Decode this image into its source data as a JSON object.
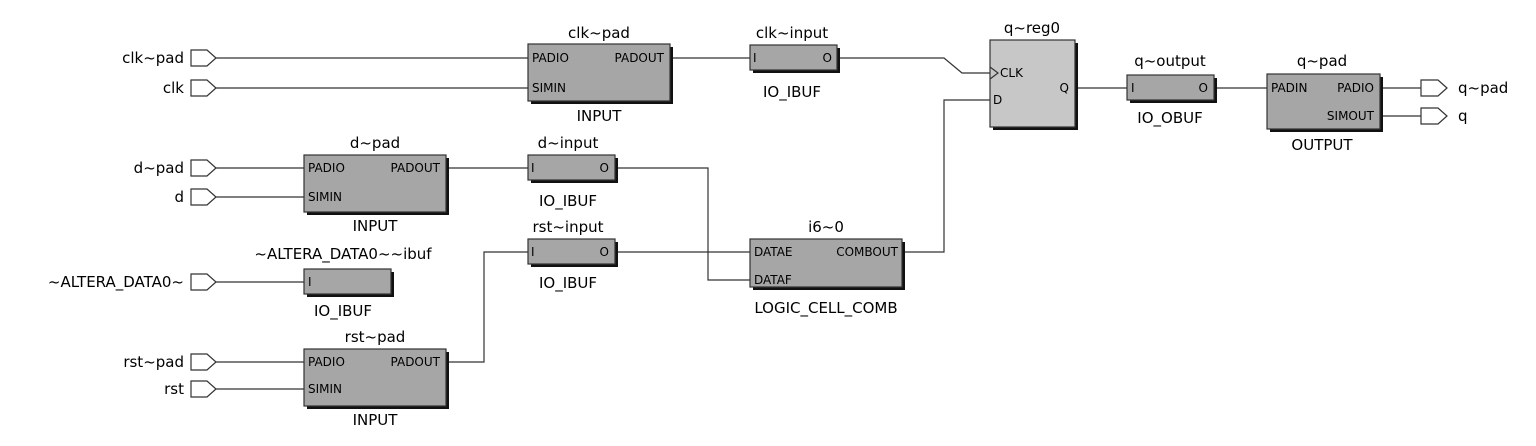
{
  "inputs": {
    "clk_pad": "clk~pad",
    "clk": "clk",
    "d_pad": "d~pad",
    "d": "d",
    "altera_data0": "~ALTERA_DATA0~",
    "rst_pad": "rst~pad",
    "rst": "rst"
  },
  "outputs": {
    "q_pad": "q~pad",
    "q": "q"
  },
  "blocks": {
    "clk_pad": {
      "name": "clk~pad",
      "type": "INPUT",
      "p1": "PADIO",
      "p2": "SIMIN",
      "out": "PADOUT"
    },
    "clk_input": {
      "name": "clk~input",
      "type": "IO_IBUF",
      "in": "I",
      "out": "O"
    },
    "d_pad": {
      "name": "d~pad",
      "type": "INPUT",
      "p1": "PADIO",
      "p2": "SIMIN",
      "out": "PADOUT"
    },
    "d_input": {
      "name": "d~input",
      "type": "IO_IBUF",
      "in": "I",
      "out": "O"
    },
    "altera_ibuf": {
      "name": "~ALTERA_DATA0~~ibuf",
      "type": "IO_IBUF",
      "in": "I"
    },
    "rst_input": {
      "name": "rst~input",
      "type": "IO_IBUF",
      "in": "I",
      "out": "O"
    },
    "rst_pad": {
      "name": "rst~pad",
      "type": "INPUT",
      "p1": "PADIO",
      "p2": "SIMIN",
      "out": "PADOUT"
    },
    "i6": {
      "name": "i6~0",
      "type": "LOGIC_CELL_COMB",
      "in1": "DATAE",
      "in2": "DATAF",
      "out": "COMBOUT"
    },
    "q_reg0": {
      "name": "q~reg0",
      "clk": "CLK",
      "d": "D",
      "q": "Q"
    },
    "q_output": {
      "name": "q~output",
      "type": "IO_OBUF",
      "in": "I",
      "out": "O"
    },
    "q_pad": {
      "name": "q~pad",
      "type": "OUTPUT",
      "in": "PADIN",
      "out1": "PADIO",
      "out2": "SIMOUT"
    }
  },
  "colors": {
    "block_fill": "#a6a6a6",
    "register_fill": "#c7c7c7",
    "wire": "#333333"
  }
}
